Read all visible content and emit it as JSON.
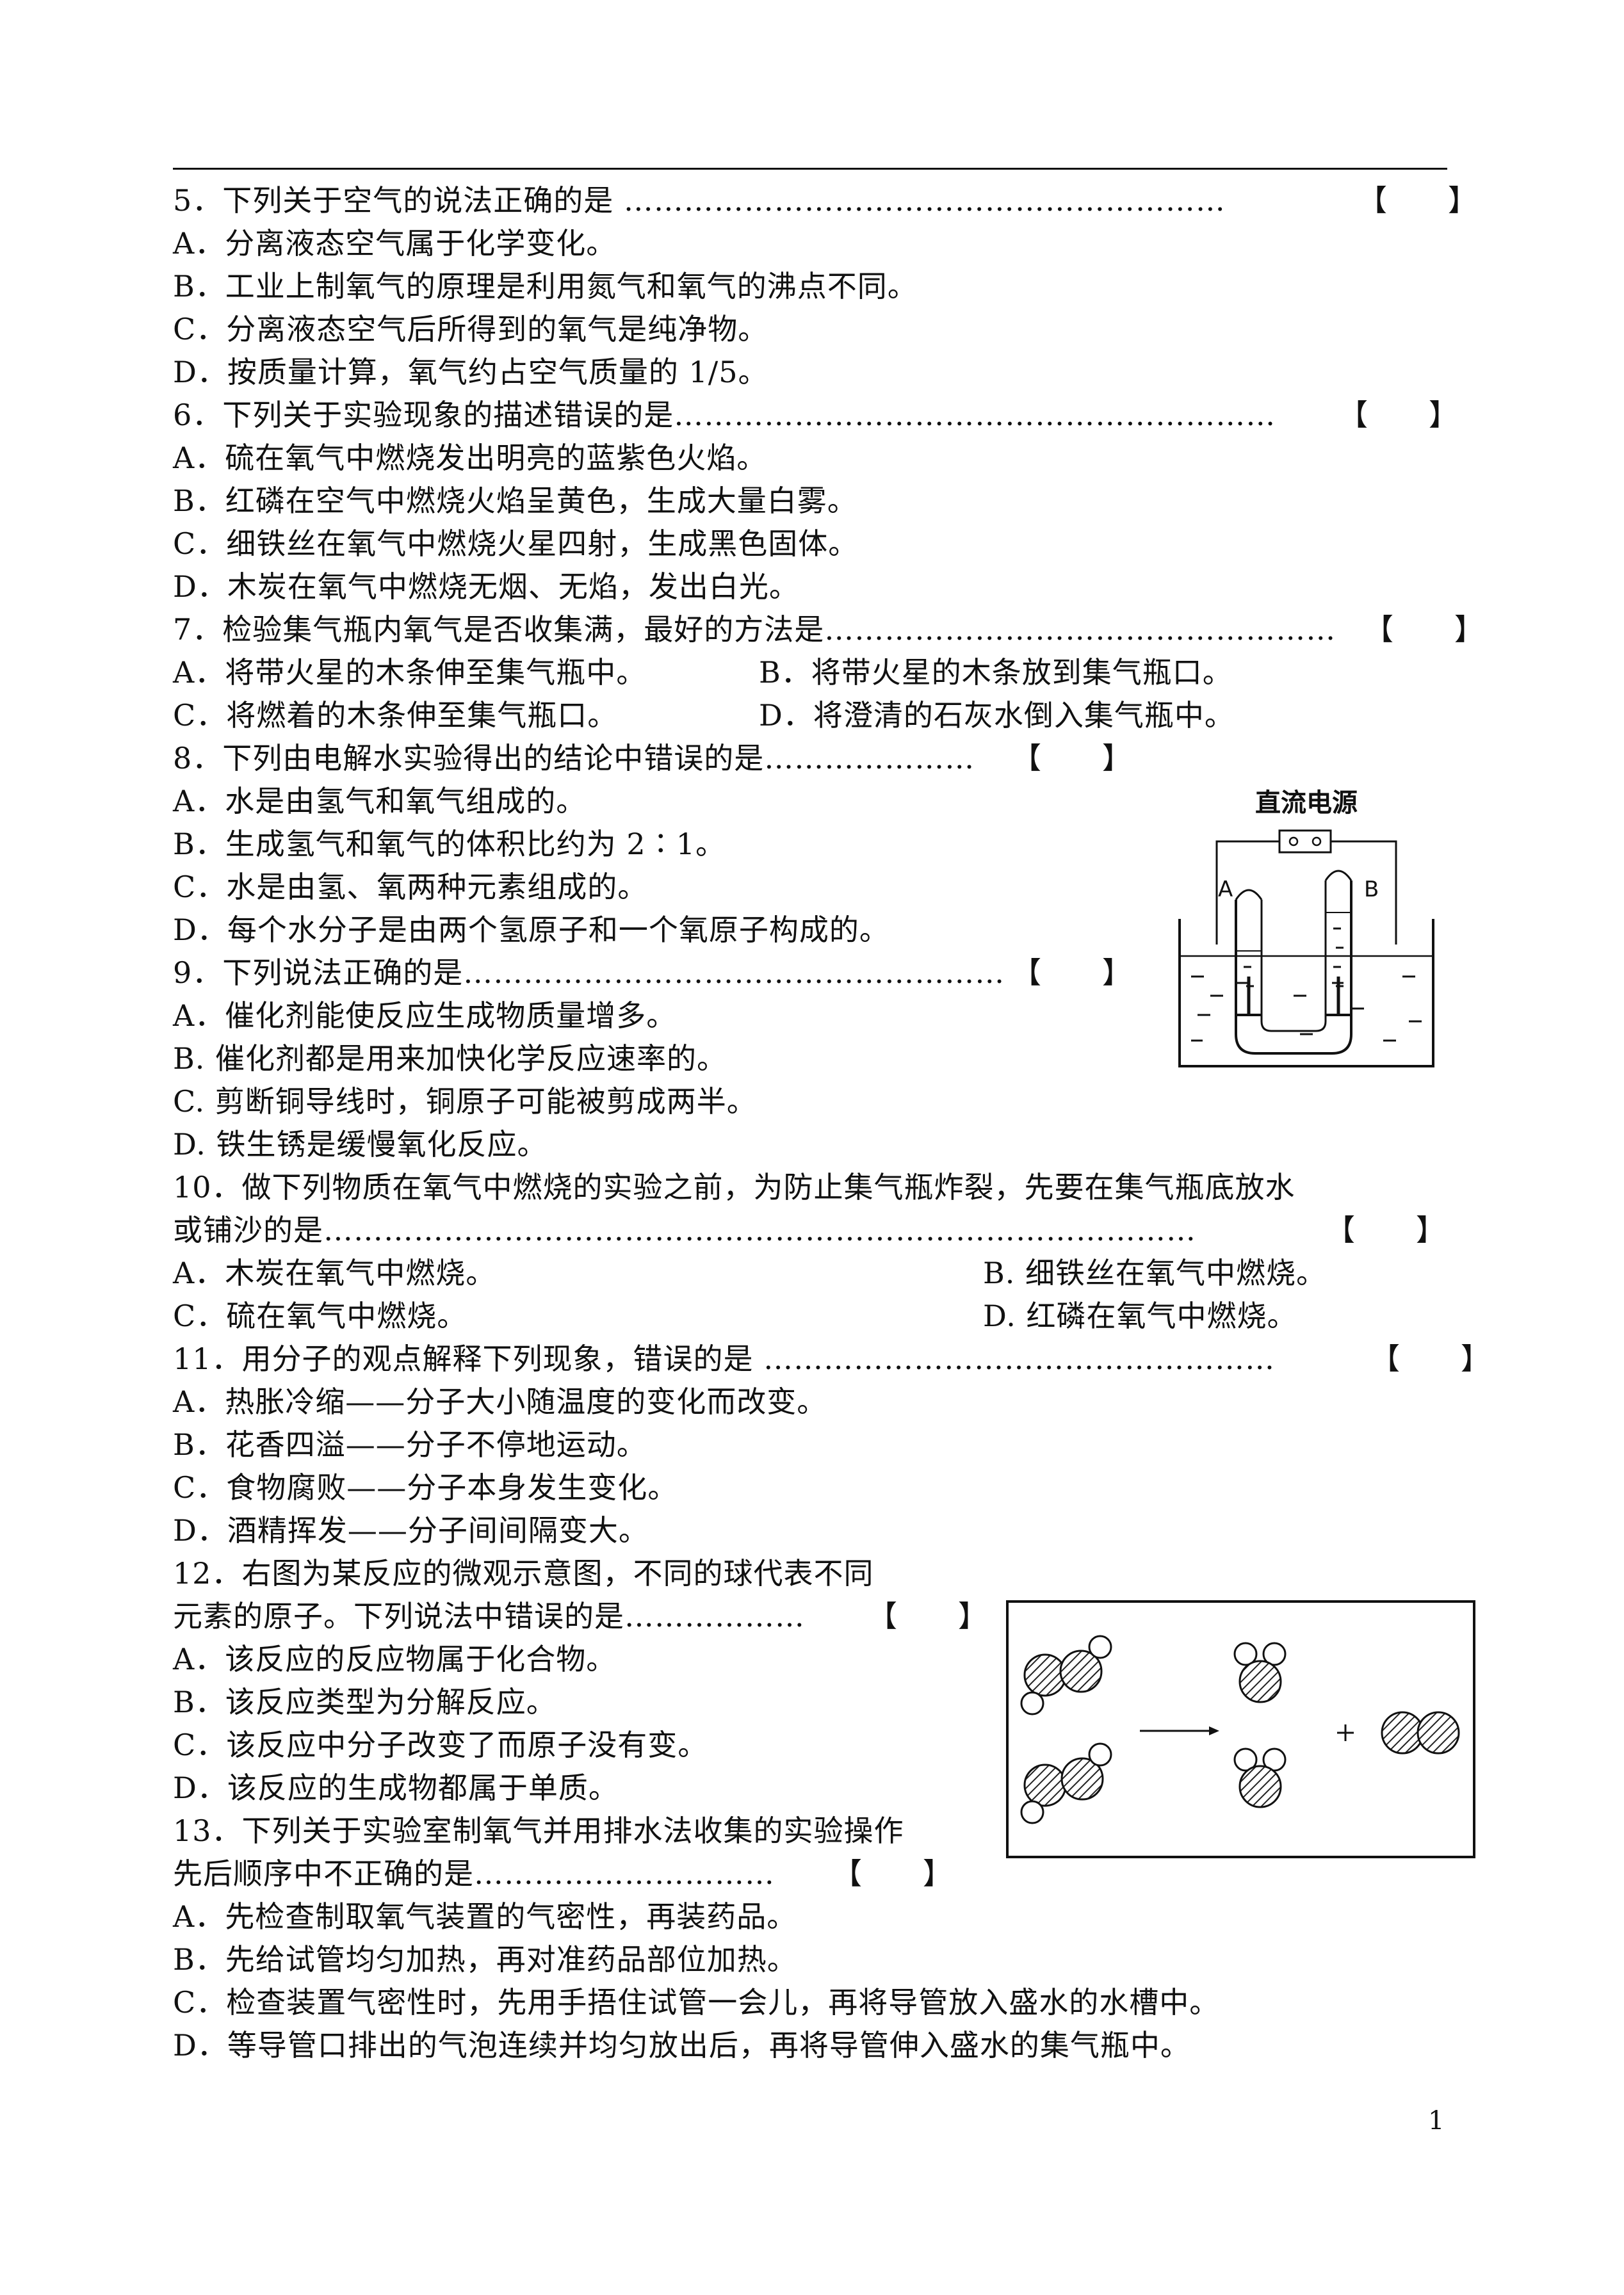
{
  "questions": {
    "q5": {
      "stem": "5．下列关于空气的说法正确的是 ",
      "leader": "……………………………………………………",
      "bracket": "【　　】",
      "a": "A．分离液态空气属于化学变化。",
      "b": "B．工业上制氧气的原理是利用氮气和氧气的沸点不同。",
      "c": "C．分离液态空气后所得到的氧气是纯净物。",
      "d": "D．按质量计算，氧气约占空气质量的 1/5。"
    },
    "q6": {
      "stem": "6．下列关于实验现象的描述错误的是",
      "leader": "……………………………………………………",
      "bracket": "【　　】",
      "a": "A．硫在氧气中燃烧发出明亮的蓝紫色火焰。",
      "b": "B．红磷在空气中燃烧火焰呈黄色，生成大量白雾。",
      "c": "C．细铁丝在氧气中燃烧火星四射，生成黑色固体。",
      "d": "D．木炭在氧气中燃烧无烟、无焰，发出白光。"
    },
    "q7": {
      "stem": "7．检验集气瓶内氧气是否收集满，最好的方法是",
      "leader": "……………………………………………",
      "bracket": "【　　】",
      "a": "A．将带火星的木条伸至集气瓶中。",
      "b": "B．将带火星的木条放到集气瓶口。",
      "c": "C．将燃着的木条伸至集气瓶口。",
      "d": "D．将澄清的石灰水倒入集气瓶中。"
    },
    "q8": {
      "stem": "8．下列由电解水实验得出的结论中错误的是",
      "leader": "…………………",
      "bracket": "【　　】",
      "a": "A．水是由氢气和氧气组成的。",
      "b": "B．生成氢气和氧气的体积比约为 2∶1。",
      "c": "C．水是由氢、氧两种元素组成的。",
      "d": "D．每个水分子是由两个氢原子和一个氧原子构成的。"
    },
    "q9": {
      "stem": "9．下列说法正确的是",
      "leader": "………………………………………………",
      "bracket": "【　　】",
      "a": "A．催化剂能使反应生成物质量增多。",
      "b": "B. 催化剂都是用来加快化学反应速率的。",
      "c": "C. 剪断铜导线时，铜原子可能被剪成两半。",
      "d": "D. 铁生锈是缓慢氧化反应。"
    },
    "q10": {
      "stem1": "10．做下列物质在氧气中燃烧的实验之前，为防止集气瓶炸裂，先要在集气瓶底放水",
      "stem2": "或铺沙的是",
      "leader": "……………………………………………………………………………",
      "bracket": "【　　】",
      "a": "A．木炭在氧气中燃烧。",
      "b": "B. 细铁丝在氧气中燃烧。",
      "c": "C．硫在氧气中燃烧。",
      "d": "D. 红磷在氧气中燃烧。"
    },
    "q11": {
      "stem": "11．用分子的观点解释下列现象，错误的是 ",
      "leader": "……………………………………………",
      "bracket": "【　　】",
      "a": "A．热胀冷缩——分子大小随温度的变化而改变。",
      "b": "B．花香四溢——分子不停地运动。",
      "c": "C．食物腐败——分子本身发生变化。",
      "d": "D．酒精挥发——分子间间隔变大。"
    },
    "q12": {
      "stem1": "12．右图为某反应的微观示意图，不同的球代表不同",
      "stem2": "元素的原子。下列说法中错误的是",
      "leader": "………………",
      "bracket": "【　　】",
      "a": "A．该反应的反应物属于化合物。",
      "b": "B．该反应类型为分解反应。",
      "c": "C．该反应中分子改变了而原子没有变。",
      "d": "D．该反应的生成物都属于单质。"
    },
    "q13": {
      "stem1": "13．下列关于实验室制氧气并用排水法收集的实验操作",
      "stem2": "先后顺序中不正确的是",
      "leader": "…………………………",
      "bracket": "【　　】",
      "a": "A．先检查制取氧气装置的气密性，再装药品。",
      "b": "B．先给试管均匀加热，再对准药品部位加热。",
      "c": "C．检查装置气密性时，先用手捂住试管一会儿，再将导管放入盛水的水槽中。",
      "d": "D．等导管口排出的气泡连续并均匀放出后，再将导管伸入盛水的集气瓶中。"
    }
  },
  "figures": {
    "electrolysis": {
      "title": "直流电源",
      "label_a": "A",
      "label_b": "B"
    },
    "reaction": {
      "arrow": "→",
      "plus": "+"
    }
  },
  "footer": {
    "page_number": "1"
  }
}
